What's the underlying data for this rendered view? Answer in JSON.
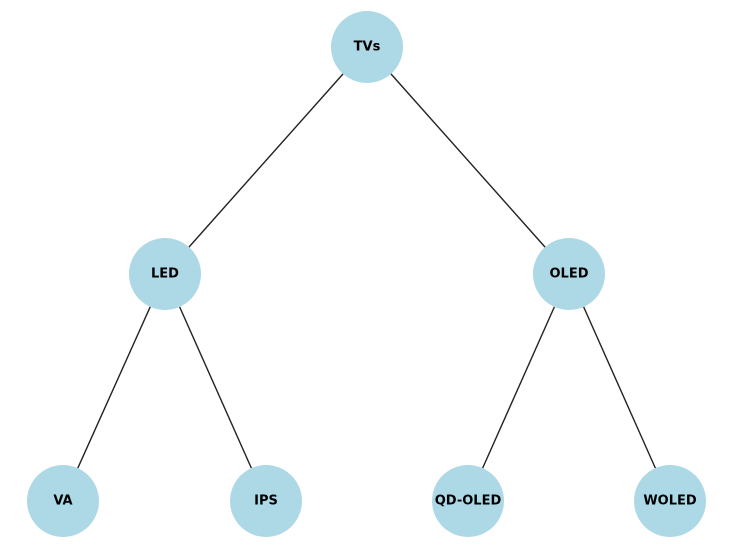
{
  "colors": {
    "node_fill": "#add8e6",
    "edge": "#222222",
    "label": "#000000",
    "background": "#ffffff"
  },
  "nodes": {
    "tvs": "TVs",
    "led": "LED",
    "oled": "OLED",
    "va": "VA",
    "ips": "IPS",
    "qd_oled": "QD-OLED",
    "woled": "WOLED"
  },
  "edges": [
    [
      "tvs",
      "led"
    ],
    [
      "tvs",
      "oled"
    ],
    [
      "led",
      "va"
    ],
    [
      "led",
      "ips"
    ],
    [
      "oled",
      "qd_oled"
    ],
    [
      "oled",
      "woled"
    ]
  ]
}
